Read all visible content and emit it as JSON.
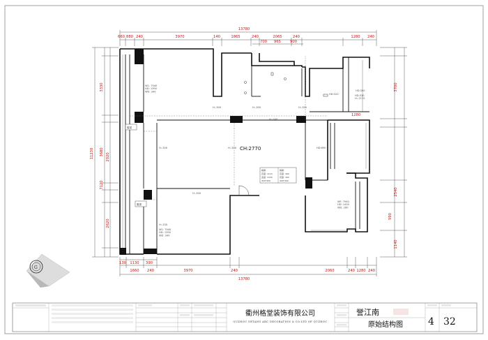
{
  "dimensions": {
    "top_total": "13780",
    "top_segments": [
      "660",
      "880",
      "240",
      "3970",
      "140",
      "1865",
      "240",
      "2065",
      "240",
      "1280",
      "240"
    ],
    "top_sub": [
      "700",
      "965",
      "900"
    ],
    "bottom_total": "13780",
    "bottom_segments": [
      "130",
      "1660",
      "240",
      "3970",
      "240",
      "2060",
      "240",
      "1280",
      "240"
    ],
    "bottom_sub": [
      "1130",
      "390"
    ],
    "left_total": "11230",
    "left_total_2": "7120",
    "left_segments": [
      "3330",
      "3680",
      "2620",
      "2920"
    ],
    "right_segments": [
      "3700",
      "2540",
      "990",
      "1140"
    ],
    "inner_1280": "1280"
  },
  "rooms": {
    "ch_label": "CH:2770",
    "labels": [
      "H:-300",
      "H:-300",
      "H:-300",
      "H:-300",
      "H:-240",
      "H:-300",
      "H:-300",
      "HD:320",
      "HD:300",
      "HD:690",
      "H:-330"
    ],
    "window_note_1": "W1: 7940\nHD: 1390\nWD: 340",
    "window_note_2": "W1: 7940\nHD: 1390\nWD: 340",
    "window_note_3": "WF: 7940\nHD: 1450\nWD: 260",
    "window_note_4": "HD:310\nH:-1110",
    "tag_top": "腹梁",
    "tag_bottom": "腹梁",
    "beam_table": [
      "横梁:",
      "横梁:",
      "高度: 1110",
      "高度: 400",
      "宽度: 1330",
      "高度: 300",
      "450*450",
      "400*300"
    ]
  },
  "title_block": {
    "company_cn": "衢州格堂装饰有限公司",
    "company_en": "QUZHOU GETANG ARC DECORATION & CO.LTD OF QUZHOU",
    "project_name": "誉江南",
    "drawing_title": "原始结构图",
    "sheet_no": "4",
    "sheet_total": "32"
  },
  "colors": {
    "wall": "#111111",
    "dimension": "#d01010",
    "hatch": "#9a9a9a"
  }
}
